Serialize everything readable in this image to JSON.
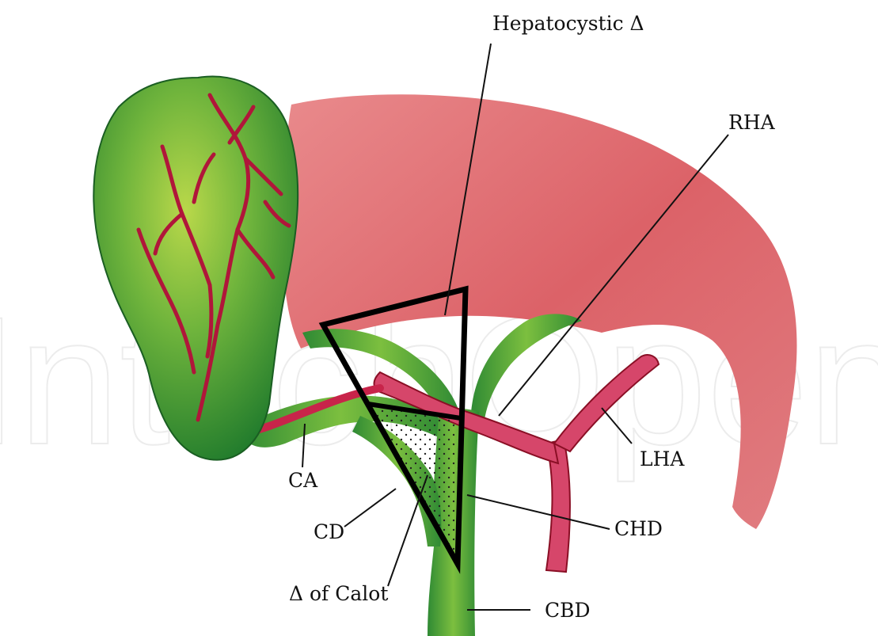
{
  "diagram": {
    "watermark": "IntechOpen",
    "labels": {
      "hepatocystic": "Hepatocystic Δ",
      "rha": "RHA",
      "lha": "LHA",
      "ca": "CA",
      "cd": "CD",
      "chd": "CHD",
      "calot": "Δ of Calot",
      "cbd": "CBD"
    },
    "colors": {
      "liver": "#e06a70",
      "gallbladder": "#3d9a3c",
      "gallbladder_light": "#8bc43f",
      "duct": "#5aaa3a",
      "artery": "#d03a5c",
      "artery_dark": "#8a0f25",
      "outline": "#000000"
    }
  }
}
